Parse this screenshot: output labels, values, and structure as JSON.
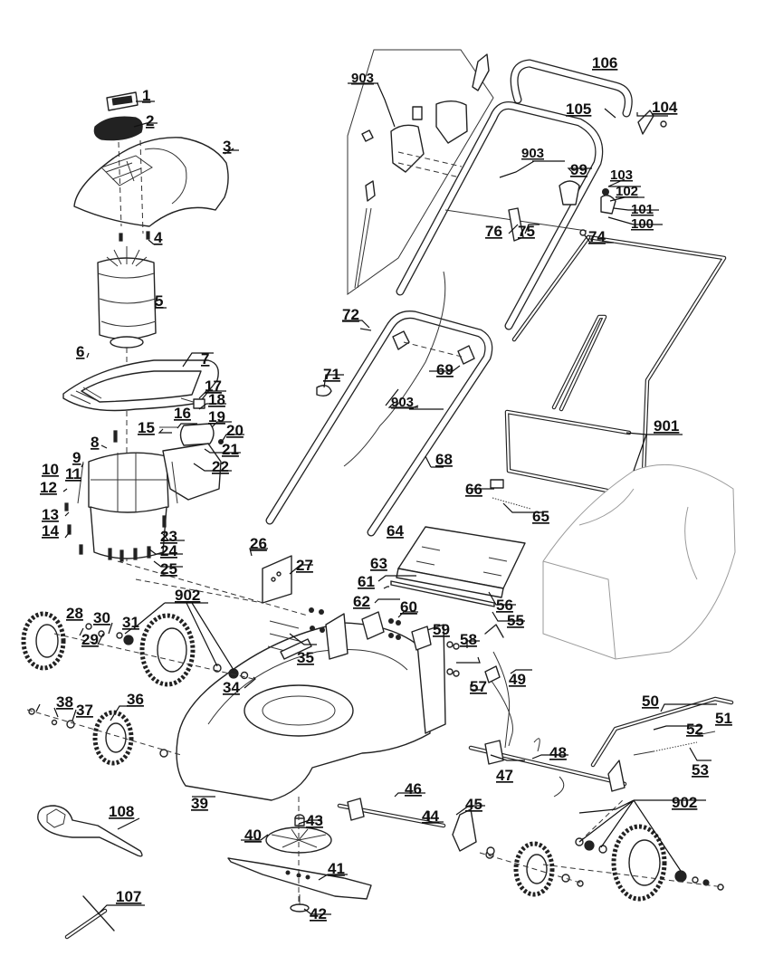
{
  "title": "Exploded parts diagram – electric lawn mower",
  "labels": [
    {
      "id": "l1",
      "text": "1"
    },
    {
      "id": "l2",
      "text": "2"
    },
    {
      "id": "l3",
      "text": "3"
    },
    {
      "id": "l4",
      "text": "4"
    },
    {
      "id": "l5",
      "text": "5"
    },
    {
      "id": "l6",
      "text": "6"
    },
    {
      "id": "l7",
      "text": "7"
    },
    {
      "id": "l8",
      "text": "8"
    },
    {
      "id": "l9",
      "text": "9"
    },
    {
      "id": "l10",
      "text": "10"
    },
    {
      "id": "l11",
      "text": "11"
    },
    {
      "id": "l12",
      "text": "12"
    },
    {
      "id": "l13",
      "text": "13"
    },
    {
      "id": "l14",
      "text": "14"
    },
    {
      "id": "l15",
      "text": "15"
    },
    {
      "id": "l16",
      "text": "16"
    },
    {
      "id": "l17",
      "text": "17"
    },
    {
      "id": "l18",
      "text": "18"
    },
    {
      "id": "l19",
      "text": "19"
    },
    {
      "id": "l20",
      "text": "20"
    },
    {
      "id": "l21",
      "text": "21"
    },
    {
      "id": "l22",
      "text": "22"
    },
    {
      "id": "l23",
      "text": "23"
    },
    {
      "id": "l24",
      "text": "24"
    },
    {
      "id": "l25",
      "text": "25"
    },
    {
      "id": "l26",
      "text": "26"
    },
    {
      "id": "l27",
      "text": "27"
    },
    {
      "id": "l28",
      "text": "28"
    },
    {
      "id": "l29",
      "text": "29"
    },
    {
      "id": "l30",
      "text": "30"
    },
    {
      "id": "l31",
      "text": "31"
    },
    {
      "id": "l34",
      "text": "34"
    },
    {
      "id": "l35",
      "text": "35"
    },
    {
      "id": "l36",
      "text": "36"
    },
    {
      "id": "l37",
      "text": "37"
    },
    {
      "id": "l38",
      "text": "38"
    },
    {
      "id": "l39",
      "text": "39"
    },
    {
      "id": "l40",
      "text": "40"
    },
    {
      "id": "l41",
      "text": "41"
    },
    {
      "id": "l42",
      "text": "42"
    },
    {
      "id": "l43",
      "text": "43"
    },
    {
      "id": "l44",
      "text": "44"
    },
    {
      "id": "l45",
      "text": "45"
    },
    {
      "id": "l46",
      "text": "46"
    },
    {
      "id": "l47",
      "text": "47"
    },
    {
      "id": "l48",
      "text": "48"
    },
    {
      "id": "l49",
      "text": "49"
    },
    {
      "id": "l50",
      "text": "50"
    },
    {
      "id": "l51",
      "text": "51"
    },
    {
      "id": "l52",
      "text": "52"
    },
    {
      "id": "l53",
      "text": "53"
    },
    {
      "id": "l55",
      "text": "55"
    },
    {
      "id": "l56",
      "text": "56"
    },
    {
      "id": "l57",
      "text": "57"
    },
    {
      "id": "l58",
      "text": "58"
    },
    {
      "id": "l59",
      "text": "59"
    },
    {
      "id": "l60",
      "text": "60"
    },
    {
      "id": "l61",
      "text": "61"
    },
    {
      "id": "l62",
      "text": "62"
    },
    {
      "id": "l63",
      "text": "63"
    },
    {
      "id": "l64",
      "text": "64"
    },
    {
      "id": "l65",
      "text": "65"
    },
    {
      "id": "l66",
      "text": "66"
    },
    {
      "id": "l68",
      "text": "68"
    },
    {
      "id": "l69",
      "text": "69"
    },
    {
      "id": "l71",
      "text": "71"
    },
    {
      "id": "l72",
      "text": "72"
    },
    {
      "id": "l74",
      "text": "74"
    },
    {
      "id": "l75",
      "text": "75"
    },
    {
      "id": "l76",
      "text": "76"
    },
    {
      "id": "l99",
      "text": "99"
    },
    {
      "id": "l100",
      "text": "100"
    },
    {
      "id": "l101",
      "text": "101"
    },
    {
      "id": "l102",
      "text": "102"
    },
    {
      "id": "l103",
      "text": "103"
    },
    {
      "id": "l104",
      "text": "104"
    },
    {
      "id": "l105",
      "text": "105"
    },
    {
      "id": "l106",
      "text": "106"
    },
    {
      "id": "l107",
      "text": "107"
    },
    {
      "id": "l108",
      "text": "108"
    },
    {
      "id": "l901",
      "text": "901"
    },
    {
      "id": "l902a",
      "text": "902"
    },
    {
      "id": "l902b",
      "text": "902"
    },
    {
      "id": "l903a",
      "text": "903"
    },
    {
      "id": "l903b",
      "text": "903"
    },
    {
      "id": "l903c",
      "text": "903"
    }
  ]
}
